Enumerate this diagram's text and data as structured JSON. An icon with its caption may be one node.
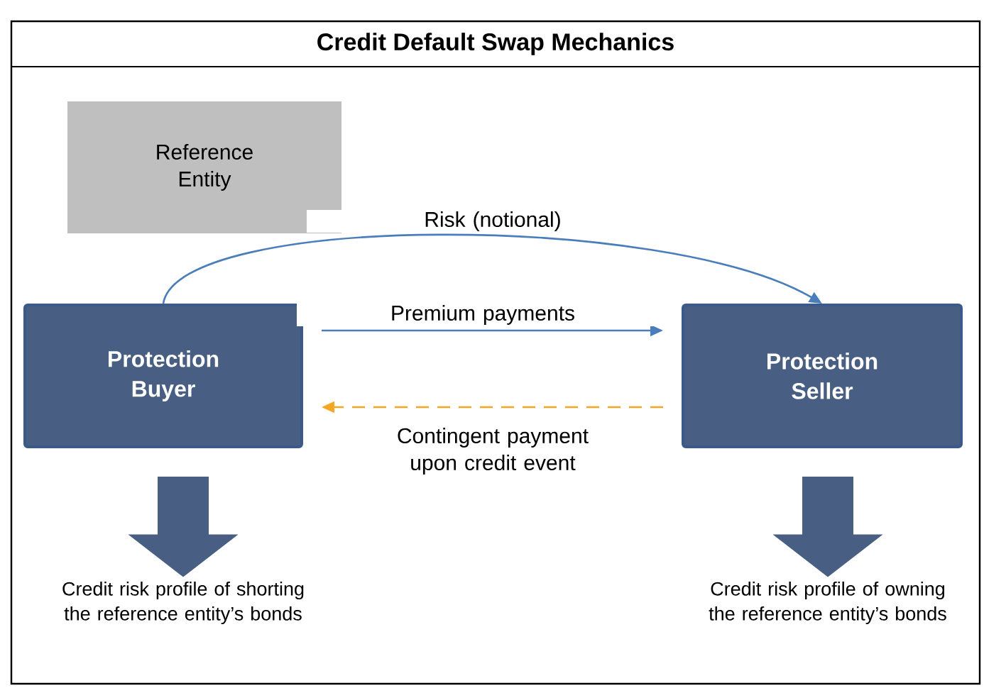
{
  "diagram": {
    "title": "Credit Default Swap Mechanics",
    "nodes": [
      {
        "text": [
          "Reference Entity"
        ]
      },
      {
        "text": [
          "Protection Buyer"
        ]
      },
      {
        "text": [
          "Protection Seller"
        ]
      },
      {
        "text": [
          "Credit risk profile of shorting the reference entity’s bonds"
        ]
      },
      {
        "text": [
          "Credit risk profile of owning the reference entity’s bonds"
        ]
      }
    ],
    "edges": [
      {
        "from": 1,
        "to": 2,
        "arrow": "to",
        "label": "Risk (notional)"
      },
      {
        "from": 1,
        "to": 2,
        "arrow": "to",
        "label": "Premium payments"
      },
      {
        "from": 2,
        "to": 1,
        "arrow": "to",
        "label": "Contingent payment upon credit event",
        "style": "dashed",
        "color": "#f5a623"
      },
      {
        "from": 1,
        "to": 3,
        "arrow": "to",
        "style": "thick",
        "color": "#485f83"
      },
      {
        "from": 2,
        "to": 4,
        "arrow": "to",
        "style": "thick",
        "color": "#485f83"
      }
    ]
  }
}
